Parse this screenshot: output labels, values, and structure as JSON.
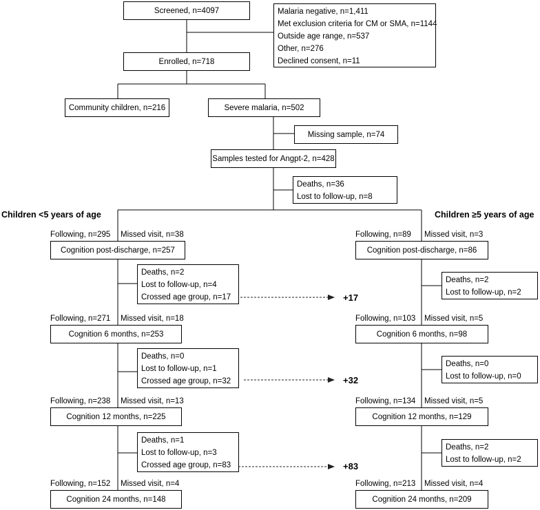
{
  "screened": "Screened, n=4097",
  "exclusions": [
    "Malaria negative, n=1,411",
    "Met exclusion criteria for  CM or SMA, n=1144",
    "Outside age range, n=537",
    "Other, n=276",
    "Declined consent, n=11"
  ],
  "enrolled": "Enrolled, n=718",
  "community": "Community children, n=216",
  "severe": "Severe malaria, n=502",
  "missing": "Missing sample, n=74",
  "tested": "Samples tested for Angpt-2, n=428",
  "early_loss": [
    "Deaths, n=36",
    "Lost to follow-up, n=8"
  ],
  "group_under5": "Children <5 years of age",
  "group_over5": "Children ≥5 years of age",
  "under5": {
    "stages": [
      {
        "following": "Following, n=295",
        "missed": "Missed visit,  n=38",
        "box": "Cognition post-discharge,  n=257"
      },
      {
        "following": "Following, n=271",
        "missed": "Missed visit,  n=18",
        "box": "Cognition 6 months,  n=253"
      },
      {
        "following": "Following, n=238",
        "missed": "Missed visit, n=13",
        "box": "Cognition 12 months,  n=225"
      },
      {
        "following": "Following, n=152",
        "missed": "Missed visit, n=4",
        "box": "Cognition 24 months,  n=148"
      }
    ],
    "losses": [
      [
        "Deaths, n=2",
        "Lost to follow-up, n=4",
        "Crossed age group, n=17"
      ],
      [
        "Deaths, n=0",
        "Lost to follow-up, n=1",
        "Crossed age group, n=32"
      ],
      [
        "Deaths, n=1",
        "Lost to follow-up, n=3",
        "Crossed age group, n=83"
      ]
    ]
  },
  "over5": {
    "stages": [
      {
        "following": "Following, n=89",
        "missed": "Missed visit, n=3",
        "box": "Cognition post-discharge,  n=86"
      },
      {
        "following": "Following, n=103",
        "missed": "Missed visit, n=5",
        "box": "Cognition 6 months,  n=98"
      },
      {
        "following": "Following, n=134",
        "missed": "Missed visit, n=5",
        "box": "Cognition 12 months,  n=129"
      },
      {
        "following": "Following, n=213",
        "missed": "Missed visit, n=4",
        "box": "Cognition 24 months,  n=209"
      }
    ],
    "losses": [
      [
        "Deaths, n=2",
        "Lost to follow-up, n=2"
      ],
      [
        "Deaths, n=0",
        "Lost to follow-up, n=0"
      ],
      [
        "Deaths, n=2",
        "Lost to follow-up, n=2"
      ]
    ]
  },
  "crossed": [
    "+17",
    "+32",
    "+83"
  ]
}
